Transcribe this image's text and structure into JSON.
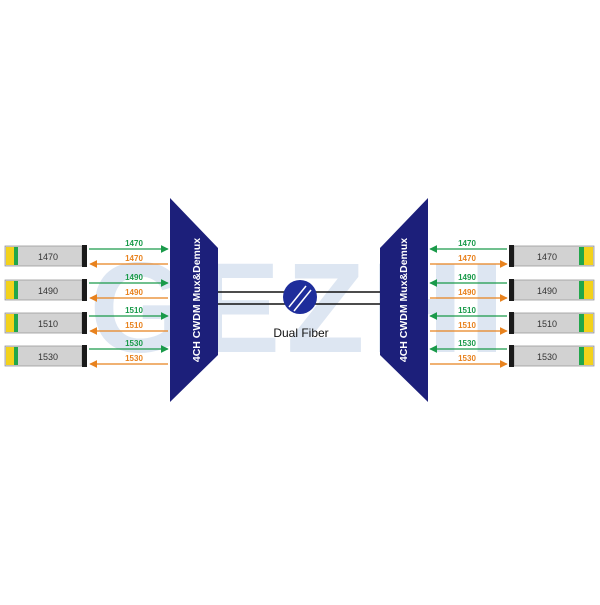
{
  "watermark": "GEZHI",
  "mux_label": "4CH CWDM Mux&Demux",
  "fiber_label": "Dual Fiber",
  "channels": [
    "1470",
    "1490",
    "1510",
    "1530"
  ],
  "colors": {
    "navy": "#1c1f7a",
    "fiber_ball": "#1e2d9b",
    "green": "#1a9a4a",
    "orange": "#e8821e",
    "module_gray": "#d2d2d2",
    "latch_yellow": "#f3d21b",
    "latch_green": "#22a64a",
    "watermark": "#dde6f2"
  }
}
